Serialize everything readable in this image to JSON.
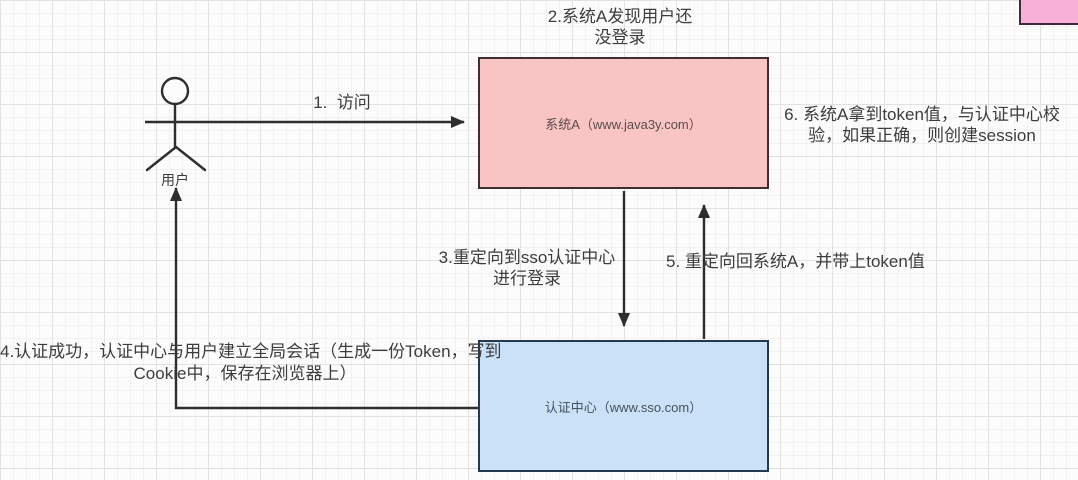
{
  "diagram": {
    "title_hint": "SSO single sign-on flow",
    "actor": {
      "label": "用户"
    },
    "nodes": {
      "system_a": {
        "label": "系统A（www.java3y.com）",
        "fill": "#f9c5c4",
        "border": "#3f2f2f"
      },
      "sso_center": {
        "label": "认证中心（www.sso.com）",
        "fill": "#cbe1f7",
        "border": "#243a4e"
      },
      "corner_rect": {
        "fill": "#f9b0d6",
        "border": "#43293e"
      }
    },
    "annotations": {
      "step1": {
        "text": "1.  访问"
      },
      "step2": {
        "lines": [
          "2.系统A发现用户还",
          "没登录"
        ]
      },
      "step3": {
        "lines": [
          "3.重定向到sso认证中心",
          "进行登录"
        ]
      },
      "step4": {
        "lines": [
          "4.认证成功，认证中心与用户建立全局会话（生成一份Token，写到",
          "Cookie中，保存在浏览器上）"
        ]
      },
      "step5": {
        "text": "5. 重定向回系统A，并带上token值"
      },
      "step6": {
        "lines": [
          "6. 系统A拿到token值，与认证中心校",
          "验，如果正确，则创建session"
        ]
      }
    },
    "line_color": "#2e2e2e"
  }
}
